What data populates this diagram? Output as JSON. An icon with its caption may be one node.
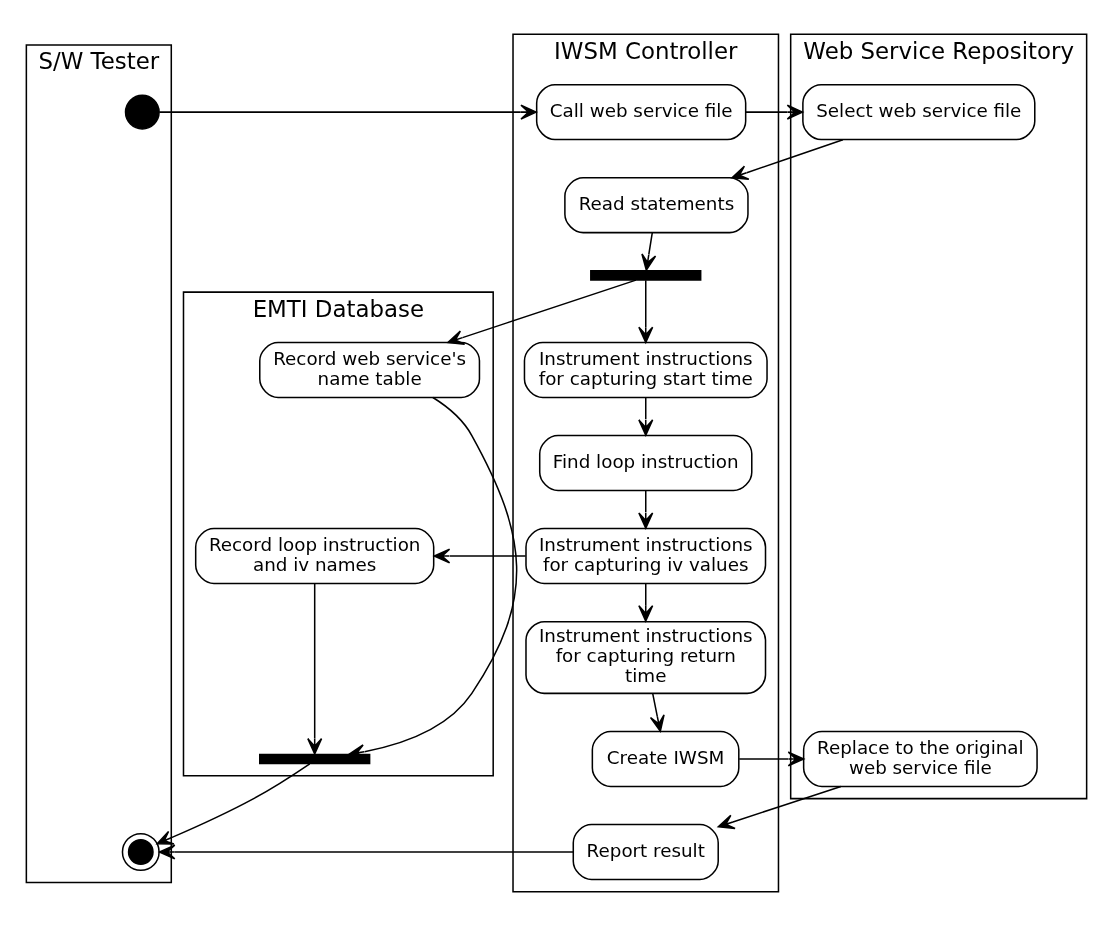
{
  "diagram": {
    "nodes": [
      {
        "text": [
          "S/W Tester"
        ]
      },
      {
        "text": [
          "IWSM Controller"
        ]
      },
      {
        "text": [
          "Web Service Repository"
        ]
      },
      {
        "text": [
          "EMTI Database"
        ]
      },
      {
        "text": [],
        "shape": "circle",
        "in": 0
      },
      {
        "text": [
          "Call web service file"
        ],
        "in": 1
      },
      {
        "text": [
          "Select web service file"
        ],
        "in": 2
      },
      {
        "text": [
          "Read statements"
        ],
        "in": 1
      },
      {
        "text": [],
        "shape": "bar",
        "in": 1
      },
      {
        "text": [
          "Instrument instructions for capturing start time"
        ],
        "in": 1
      },
      {
        "text": [
          "Record web service's name table"
        ],
        "in": 3
      },
      {
        "text": [
          "Find loop instruction"
        ],
        "in": 1
      },
      {
        "text": [
          "Instrument instructions for capturing iv values"
        ],
        "in": 1
      },
      {
        "text": [
          "Record loop instruction and iv names"
        ],
        "in": 3
      },
      {
        "text": [
          "Instrument instructions for capturing return time"
        ],
        "in": 1
      },
      {
        "text": [
          "Create IWSM"
        ],
        "in": 1
      },
      {
        "text": [
          "Replace to the original web service file"
        ],
        "in": 2
      },
      {
        "text": [],
        "shape": "bar",
        "in": 3
      },
      {
        "text": [
          "Report result"
        ],
        "in": 1
      },
      {
        "text": [],
        "shape": "bullseye",
        "in": 0
      }
    ],
    "edges": [
      {
        "from": 4,
        "to": 5,
        "arrow": "to"
      },
      {
        "from": 5,
        "to": 6,
        "arrow": "to"
      },
      {
        "from": 6,
        "to": 7,
        "arrow": "to"
      },
      {
        "from": 7,
        "to": 8,
        "arrow": "to"
      },
      {
        "from": 8,
        "to": 9,
        "arrow": "to"
      },
      {
        "from": 8,
        "to": 10,
        "arrow": "to"
      },
      {
        "from": 9,
        "to": 11,
        "arrow": "to"
      },
      {
        "from": 11,
        "to": 12,
        "arrow": "to"
      },
      {
        "from": 12,
        "to": 13,
        "arrow": "to"
      },
      {
        "from": 12,
        "to": 14,
        "arrow": "to"
      },
      {
        "from": 14,
        "to": 15,
        "arrow": "to"
      },
      {
        "from": 15,
        "to": 16,
        "arrow": "to"
      },
      {
        "from": 16,
        "to": 18,
        "arrow": "to"
      },
      {
        "from": 10,
        "to": 17,
        "arrow": "to"
      },
      {
        "from": 13,
        "to": 17,
        "arrow": "to"
      },
      {
        "from": 17,
        "to": 19,
        "arrow": "to"
      },
      {
        "from": 18,
        "to": 19,
        "arrow": "to"
      }
    ]
  }
}
